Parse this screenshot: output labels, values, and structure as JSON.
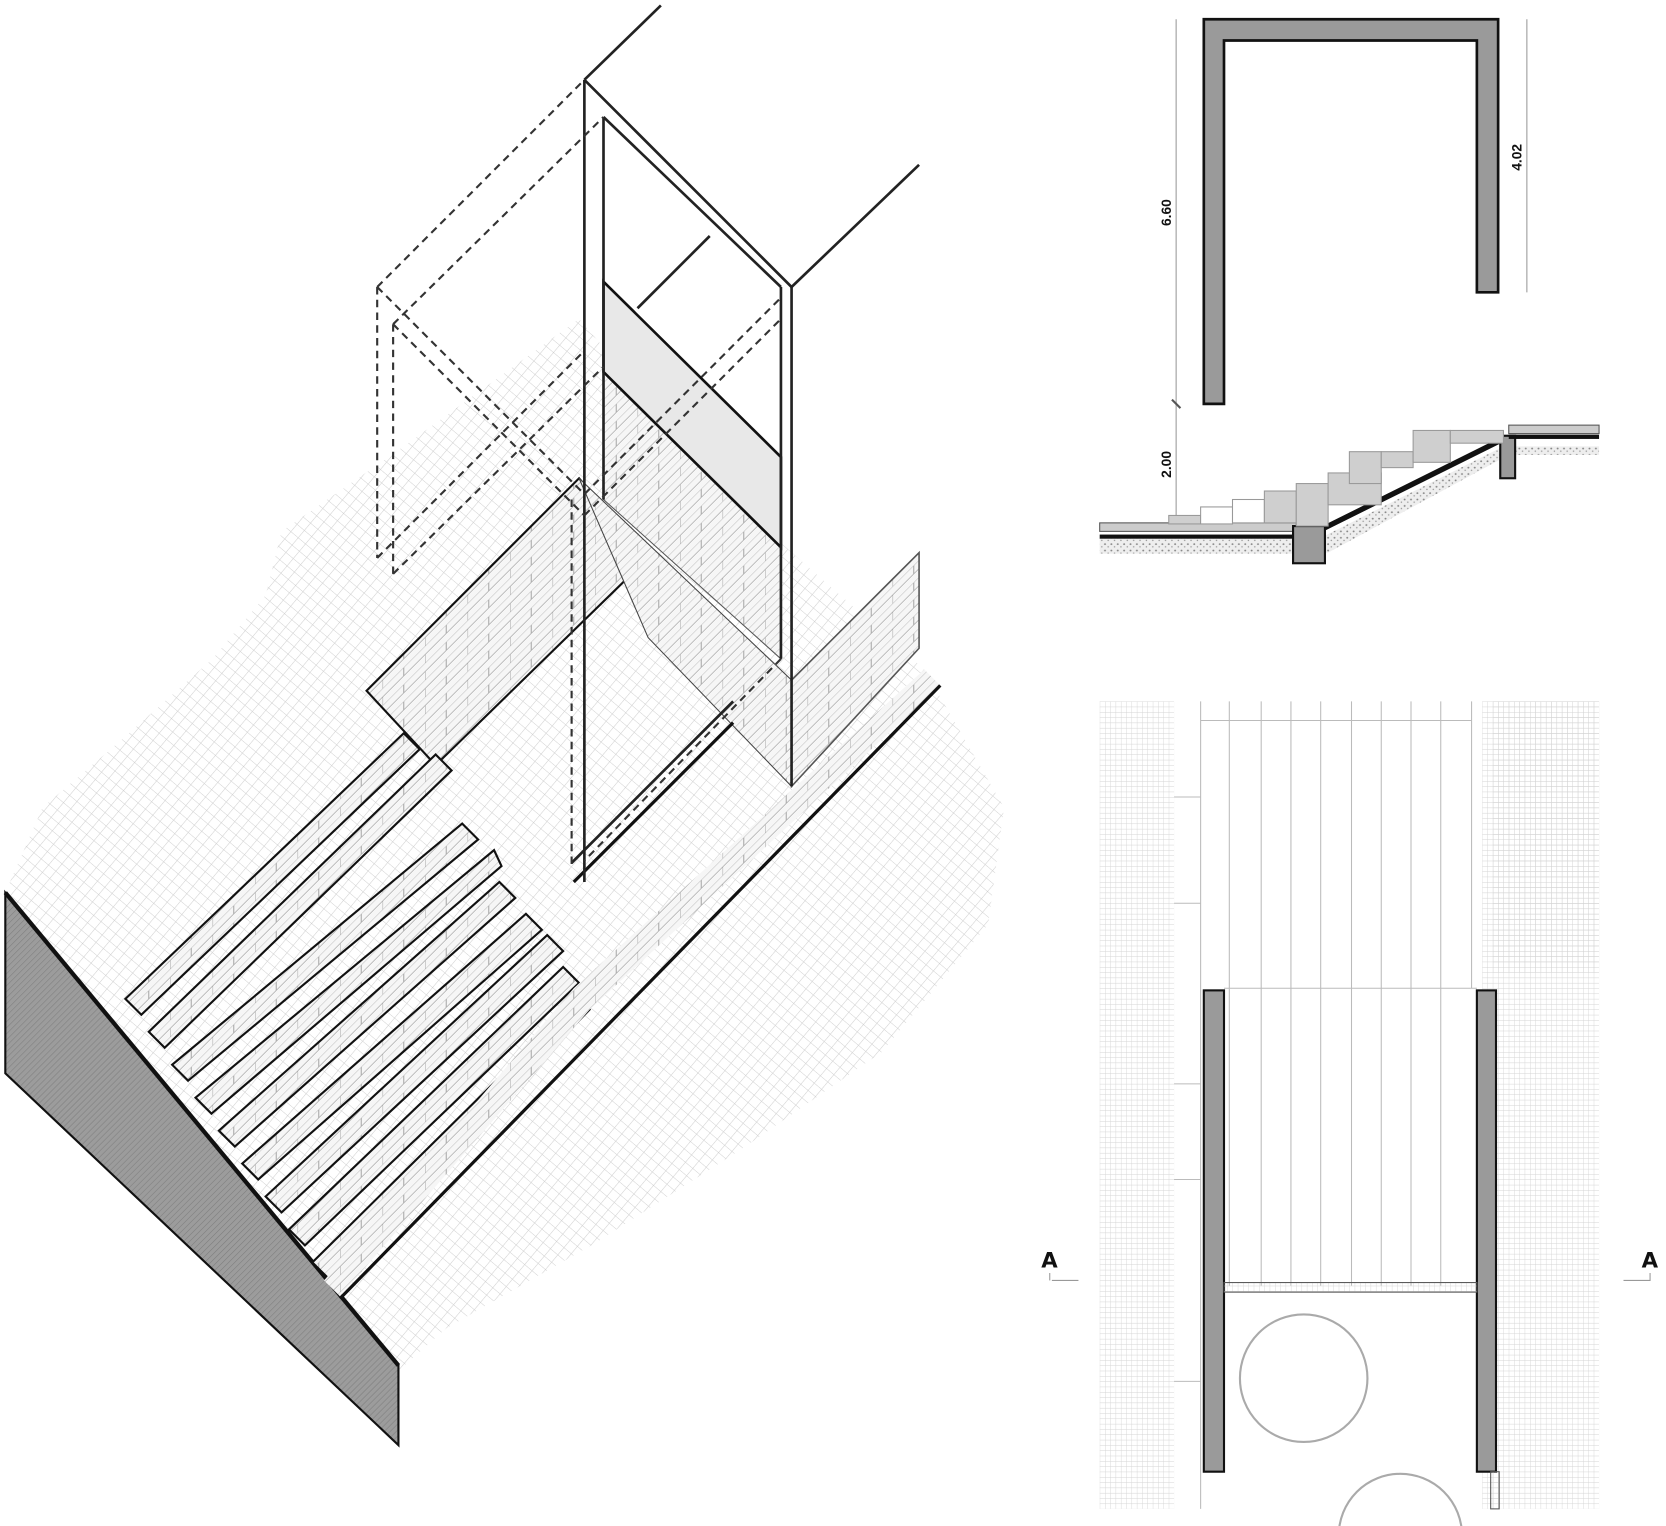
{
  "drawing": {
    "plan_top": {
      "dimension_left_upper": "6.60",
      "dimension_left_lower": "2.00",
      "dimension_right": "4.02"
    },
    "plan_bottom": {
      "section_mark_left": "A",
      "section_mark_right": "A"
    },
    "colors": {
      "wall_fill": "#9a9a9a",
      "panel_fill": "#e8e8e8",
      "hatch": "#c8c8c8",
      "line": "#111111"
    }
  }
}
